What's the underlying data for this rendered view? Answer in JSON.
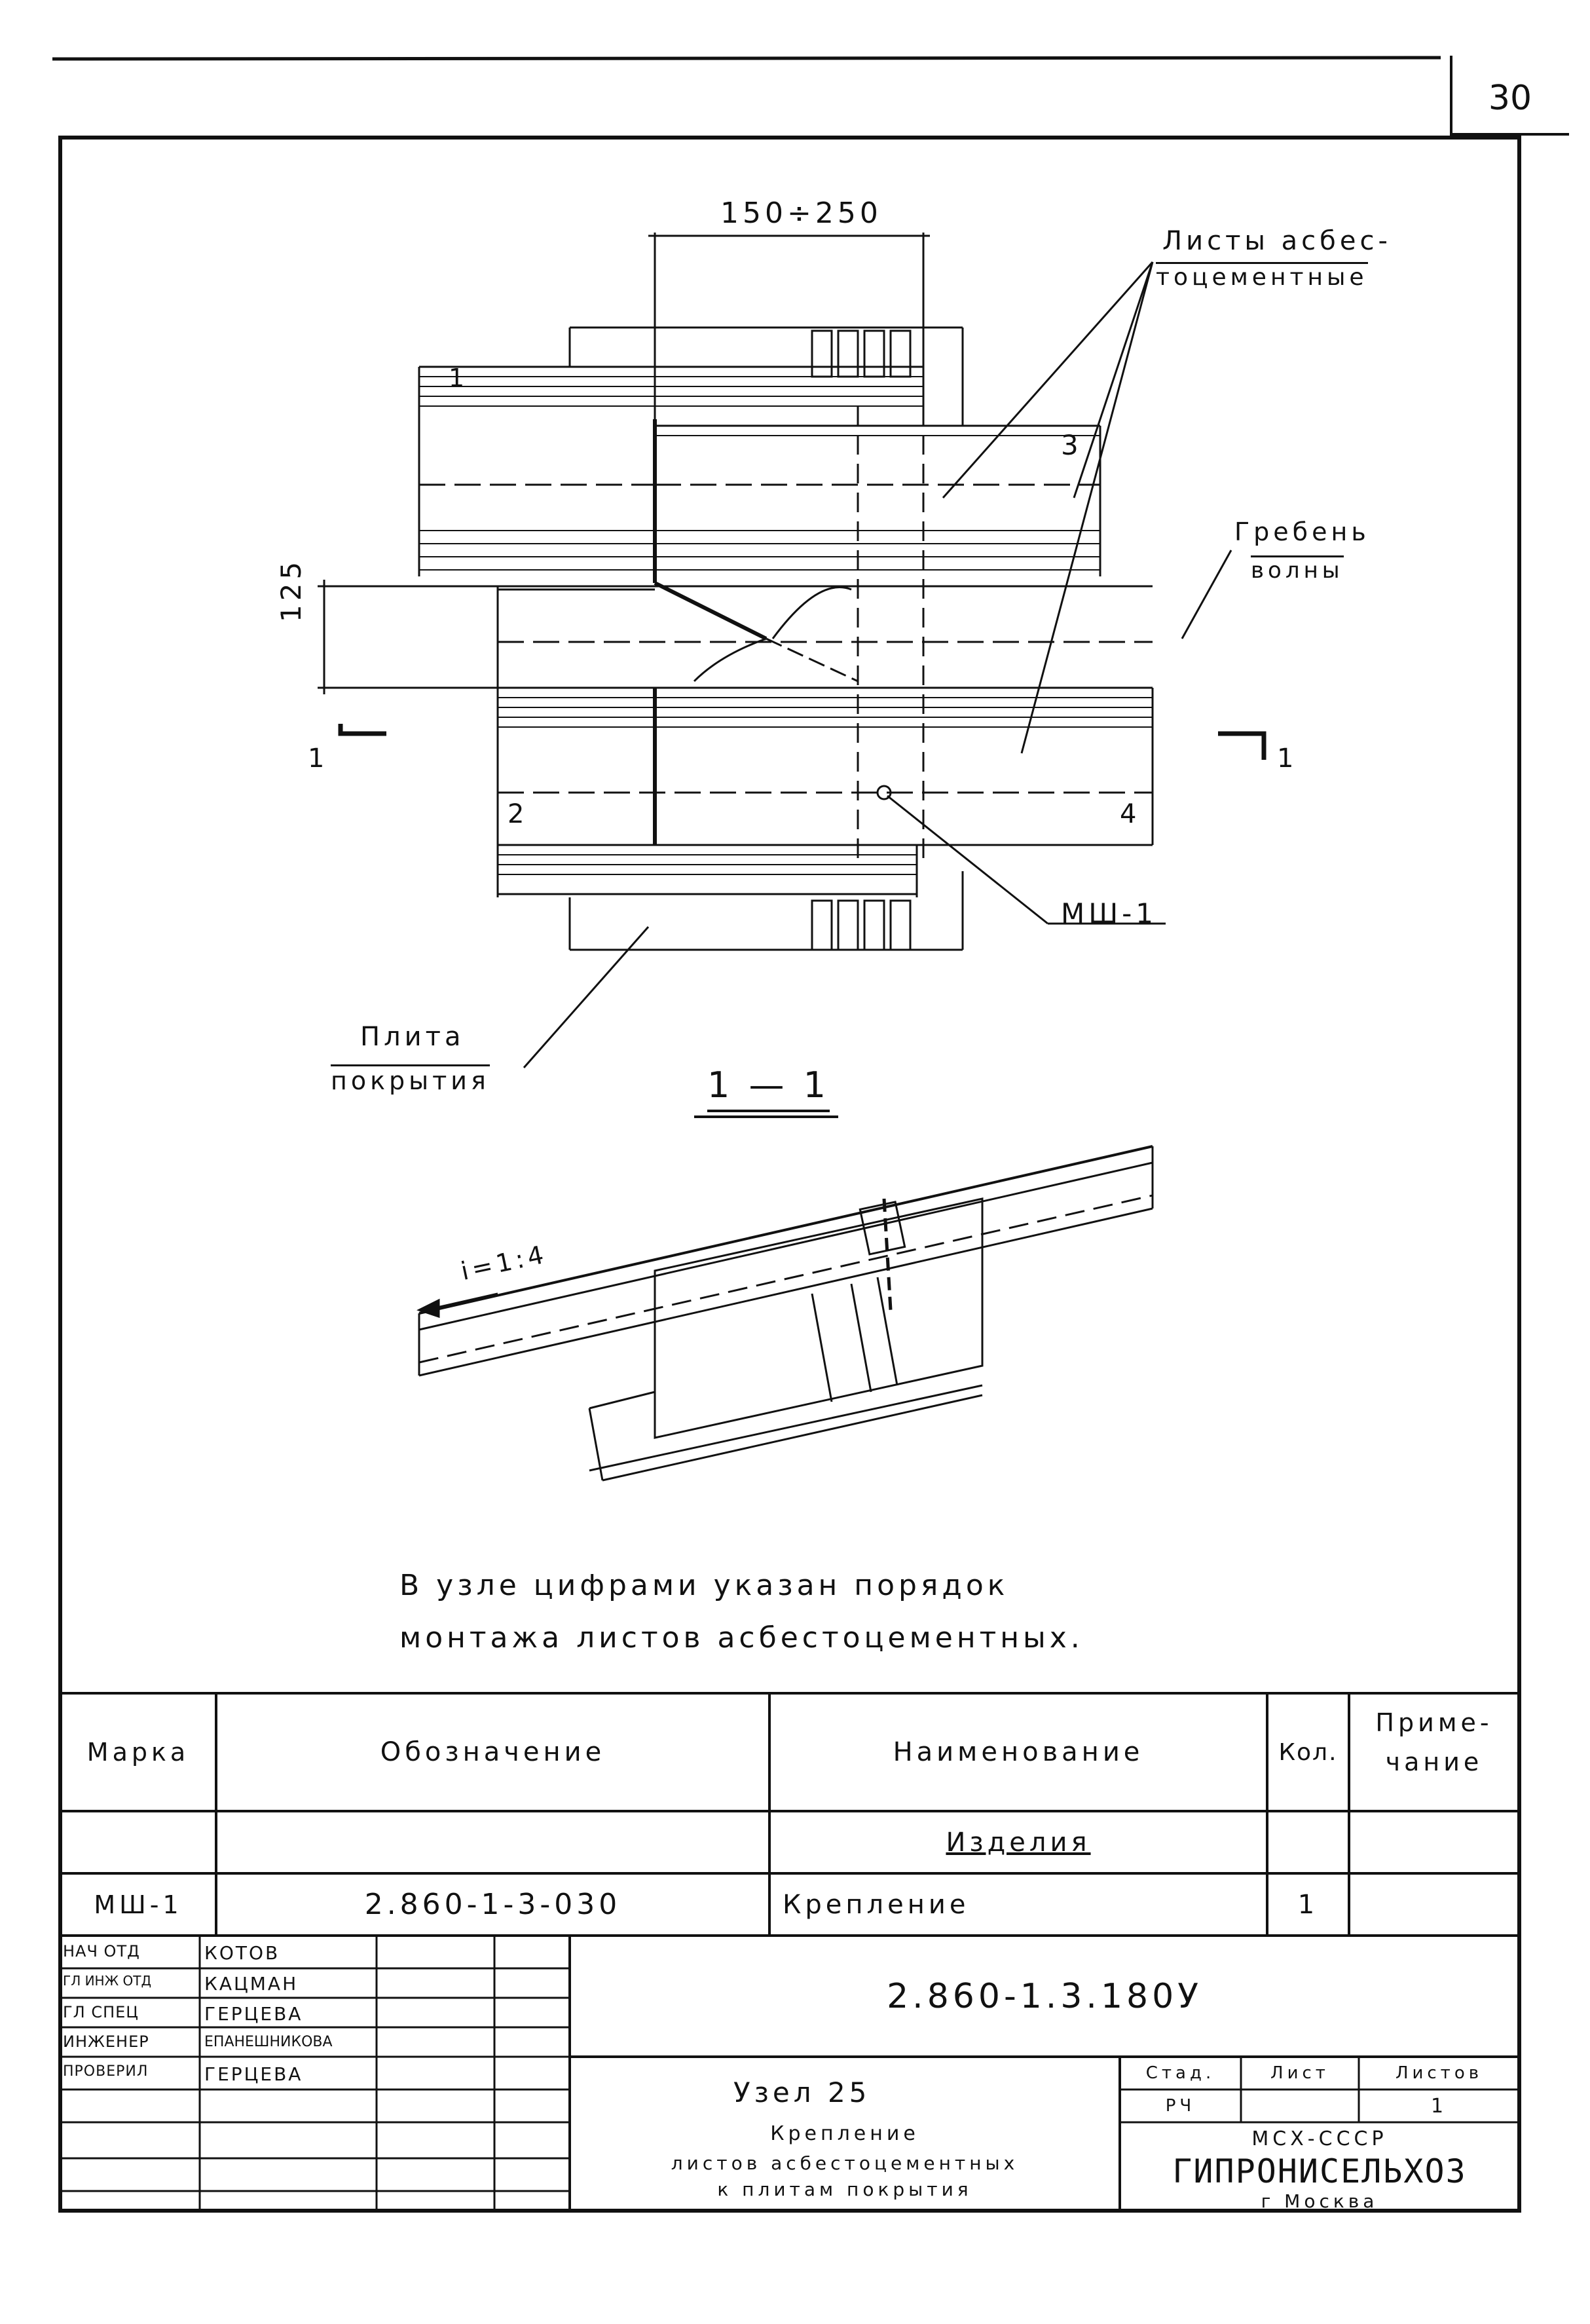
{
  "sheet": {
    "number": "30"
  },
  "drawing": {
    "dim_top": "150÷250",
    "dim_left": "125",
    "leader_sheets": "Листы асбес-\nтоцементные",
    "leader_sheets_line1": "Листы асбес-",
    "leader_sheets_line2": "тоцементные",
    "leader_crest_line1": "Гребень",
    "leader_crest_line2": "волны",
    "leader_slab_line1": "Плита",
    "leader_slab_line2": "покрытия",
    "leader_fastener": "МШ-1",
    "order_1": "1",
    "order_2": "2",
    "order_3": "3",
    "order_4": "4",
    "section_mark_left": "1",
    "section_mark_right": "1",
    "section_title": "1 — 1",
    "slope": "i=1:4"
  },
  "note": {
    "line1": "В узле цифрами указан порядок",
    "line2": "монтажа листов асбестоцементных."
  },
  "spec_table": {
    "headers": [
      "Марка",
      "Обозначение",
      "Наименование",
      "Кол.",
      "Приме-\nчание"
    ],
    "header_note_line1": "Приме-",
    "header_note_line2": "чание",
    "section_label": "Изделия",
    "rows": [
      {
        "mark": "МШ-1",
        "designation": "2.860-1-3-030",
        "name": "Крепление",
        "qty": "1",
        "note": ""
      }
    ]
  },
  "title_block": {
    "code": "2.860-1.3.180У",
    "signatures": [
      {
        "role": "НАЧ ОТД",
        "name": "КОТОВ"
      },
      {
        "role": "ГЛ ИНЖ ОТД",
        "name": "КАЦМАН"
      },
      {
        "role": "ГЛ СПЕЦ",
        "name": "ГЕРЦЕВА"
      },
      {
        "role": "ИНЖЕНЕР",
        "name": "ЕПАНЕШНИКОВА"
      },
      {
        "role": "ПРОВЕРИЛ",
        "name": "ГЕРЦЕВА"
      }
    ],
    "node_title": "Узел 25",
    "desc_line1": "Крепление",
    "desc_line2": "листов асбестоцементных",
    "desc_line3": "к плитам покрытия",
    "stage_label": "Стад.",
    "sheet_label": "Лист",
    "sheets_label": "Листов",
    "stage_value": "РЧ",
    "sheet_value": "",
    "sheets_value": "1",
    "org_line1": "МСХ-СССР",
    "org_line2": "ГИПРОНИСЕЛЬХОЗ",
    "org_line3": "г Москва"
  }
}
